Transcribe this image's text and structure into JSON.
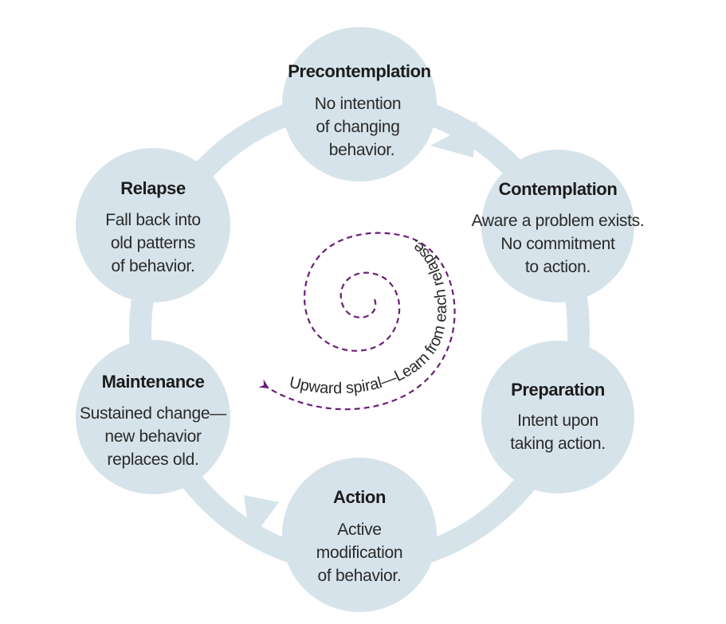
{
  "colors": {
    "ring": "#d6e3ea",
    "circle": "#d6e3ea",
    "spiral": "#6a1e78",
    "text": "#1c1c1c"
  },
  "stages": [
    {
      "id": "precontemplation",
      "title": "Precontemplation",
      "lines": [
        "No intention",
        "of changing",
        "behavior."
      ]
    },
    {
      "id": "contemplation",
      "title": "Contemplation",
      "lines": [
        "Aware a problem exists.",
        "No commitment",
        "to action."
      ]
    },
    {
      "id": "preparation",
      "title": "Preparation",
      "lines": [
        "Intent upon",
        "taking action."
      ]
    },
    {
      "id": "action",
      "title": "Action",
      "lines": [
        "Active",
        "modification",
        "of behavior."
      ]
    },
    {
      "id": "maintenance",
      "title": "Maintenance",
      "lines": [
        "Sustained change—",
        "new behavior",
        "replaces old."
      ]
    },
    {
      "id": "relapse",
      "title": "Relapse",
      "lines": [
        "Fall back into",
        "old patterns",
        "of behavior."
      ]
    }
  ],
  "spiral": {
    "caption": "Upward spiral—Learn from each relapse."
  }
}
